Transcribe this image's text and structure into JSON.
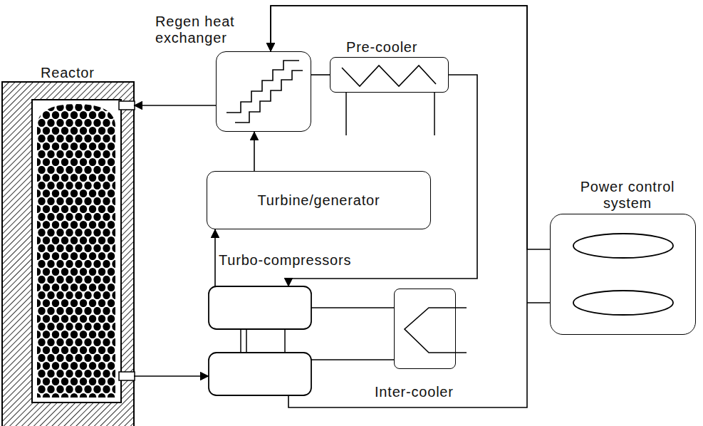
{
  "diagram": {
    "nodes": [
      {
        "text": [
          "Reactor"
        ]
      },
      {
        "text": [
          "Regen heat exchanger"
        ]
      },
      {
        "text": [
          "Pre-cooler"
        ]
      },
      {
        "text": [
          "Turbine/generator"
        ]
      },
      {
        "text": [
          "Turbo-compressors"
        ]
      },
      {
        "text": [
          "Inter-cooler"
        ]
      },
      {
        "text": [
          "Power control system"
        ]
      }
    ],
    "edges": [
      {
        "from": 1,
        "to": 0,
        "arrow": "to"
      },
      {
        "from": 0,
        "to": 4,
        "arrow": "to"
      },
      {
        "from": 4,
        "to": 3,
        "arrow": "to"
      },
      {
        "from": 3,
        "to": 1,
        "arrow": "to"
      },
      {
        "from": 1,
        "to": 2,
        "arrow": "none"
      },
      {
        "from": 2,
        "to": 4,
        "arrow": "to"
      },
      {
        "from": 4,
        "to": 5,
        "arrow": "none"
      },
      {
        "from": 4,
        "to": 5,
        "arrow": "none"
      },
      {
        "from": 4,
        "to": 1,
        "arrow": "to"
      },
      {
        "from": 6,
        "to": 1,
        "arrow": "to"
      }
    ]
  }
}
